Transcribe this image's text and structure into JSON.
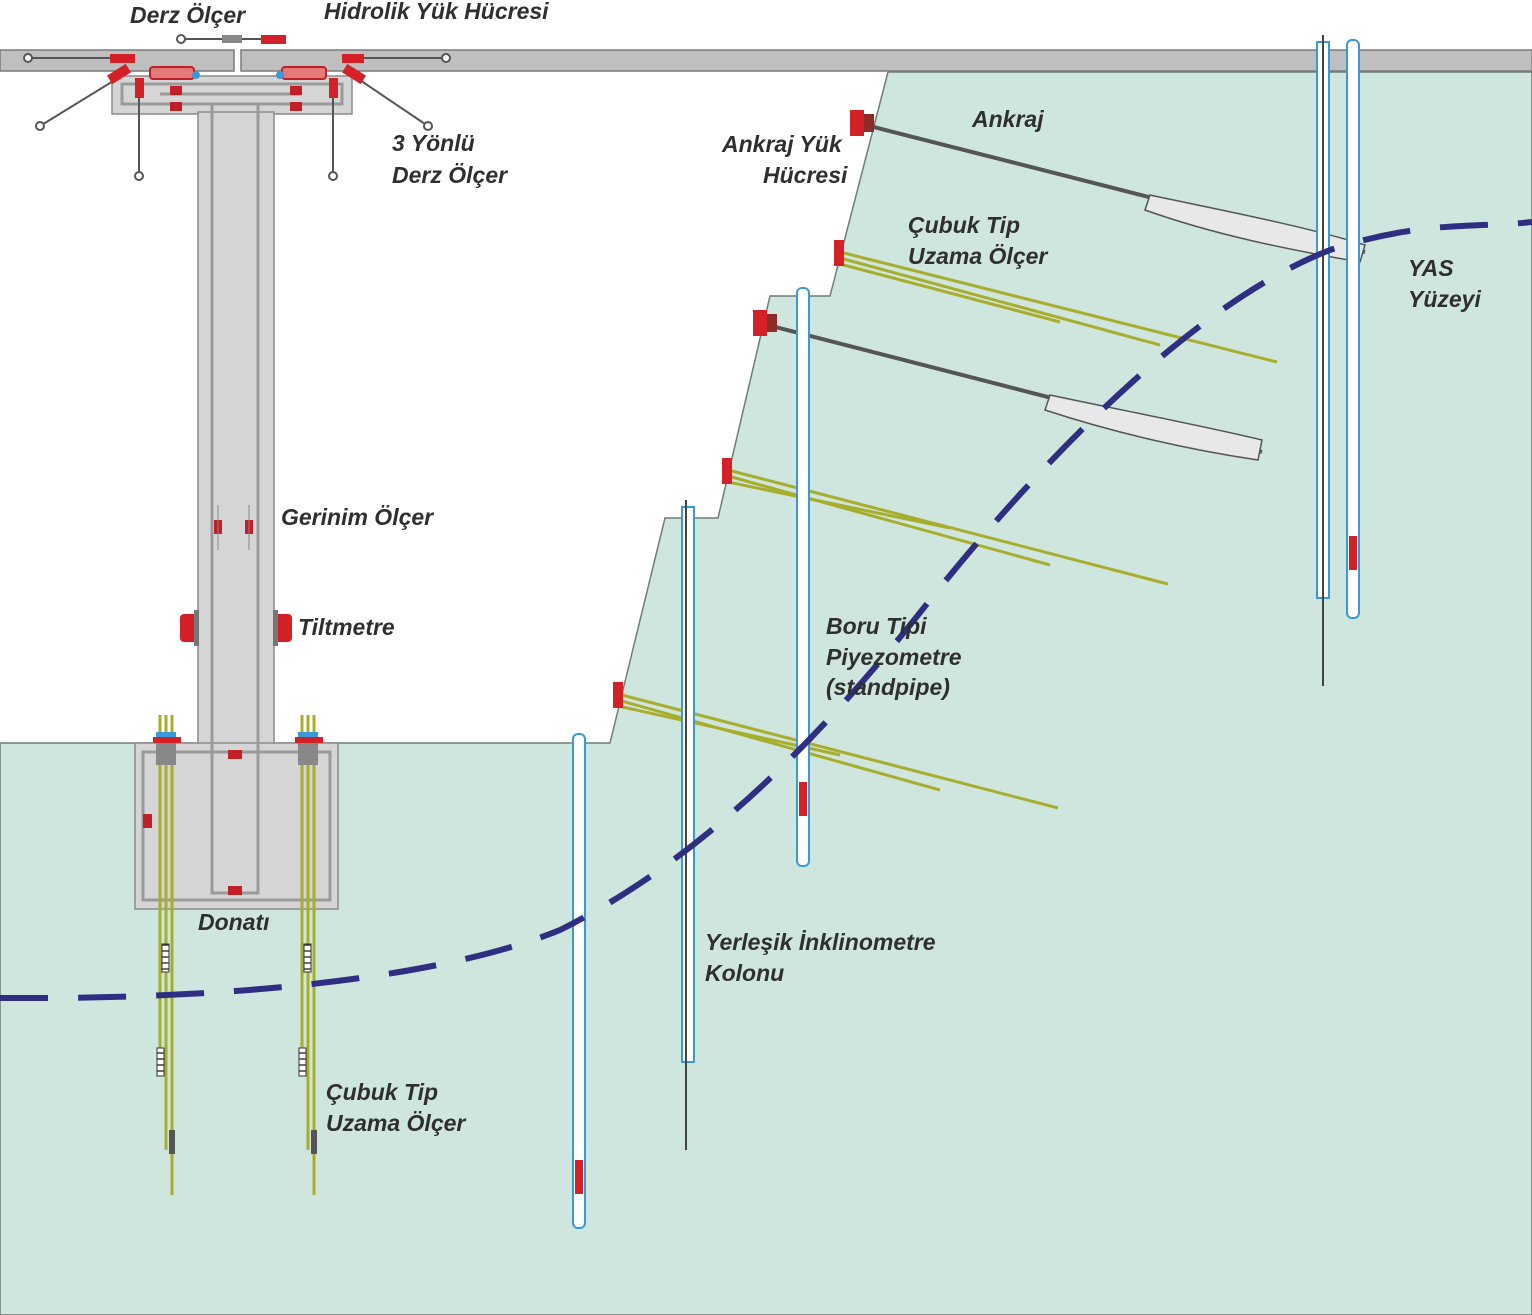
{
  "labels": {
    "derz_olcer": "Derz Ölçer",
    "hidrolik_yuk_hucresi": "Hidrolik Yük Hücresi",
    "uc_yonlu_1": "3 Yönlü",
    "uc_yonlu_2": "Derz Ölçer",
    "gerinim_olcer": "Gerinim Ölçer",
    "tiltmetre": "Tiltmetre",
    "donati": "Donatı",
    "cubuk_tip_foot_1": "Çubuk Tip",
    "cubuk_tip_foot_2": "Uzama Ölçer",
    "ankraj": "Ankraj",
    "ankraj_yuk_1": "Ankraj Yük",
    "ankraj_yuk_2": "Hücresi",
    "cubuk_tip_slope_1": "Çubuk Tip",
    "cubuk_tip_slope_2": "Uzama Ölçer",
    "yas_1": "YAS",
    "yas_2": "Yüzeyi",
    "boru_1": "Boru Tipi",
    "boru_2": "Piyezometre",
    "boru_3": "(standpipe)",
    "yerlesik_1": "Yerleşik İnklinometre",
    "yerlesik_2": "Kolonu"
  },
  "colors": {
    "soil": "#cfe6df",
    "concrete": "#d5d5d5",
    "concrete_edge": "#8c8c8c",
    "water_table": "#2e2f83",
    "sensor_red": "#d42027",
    "rod_green": "#a9ad2c",
    "pipe_blue": "#3a9ad9",
    "text": "#2f2f2f"
  }
}
